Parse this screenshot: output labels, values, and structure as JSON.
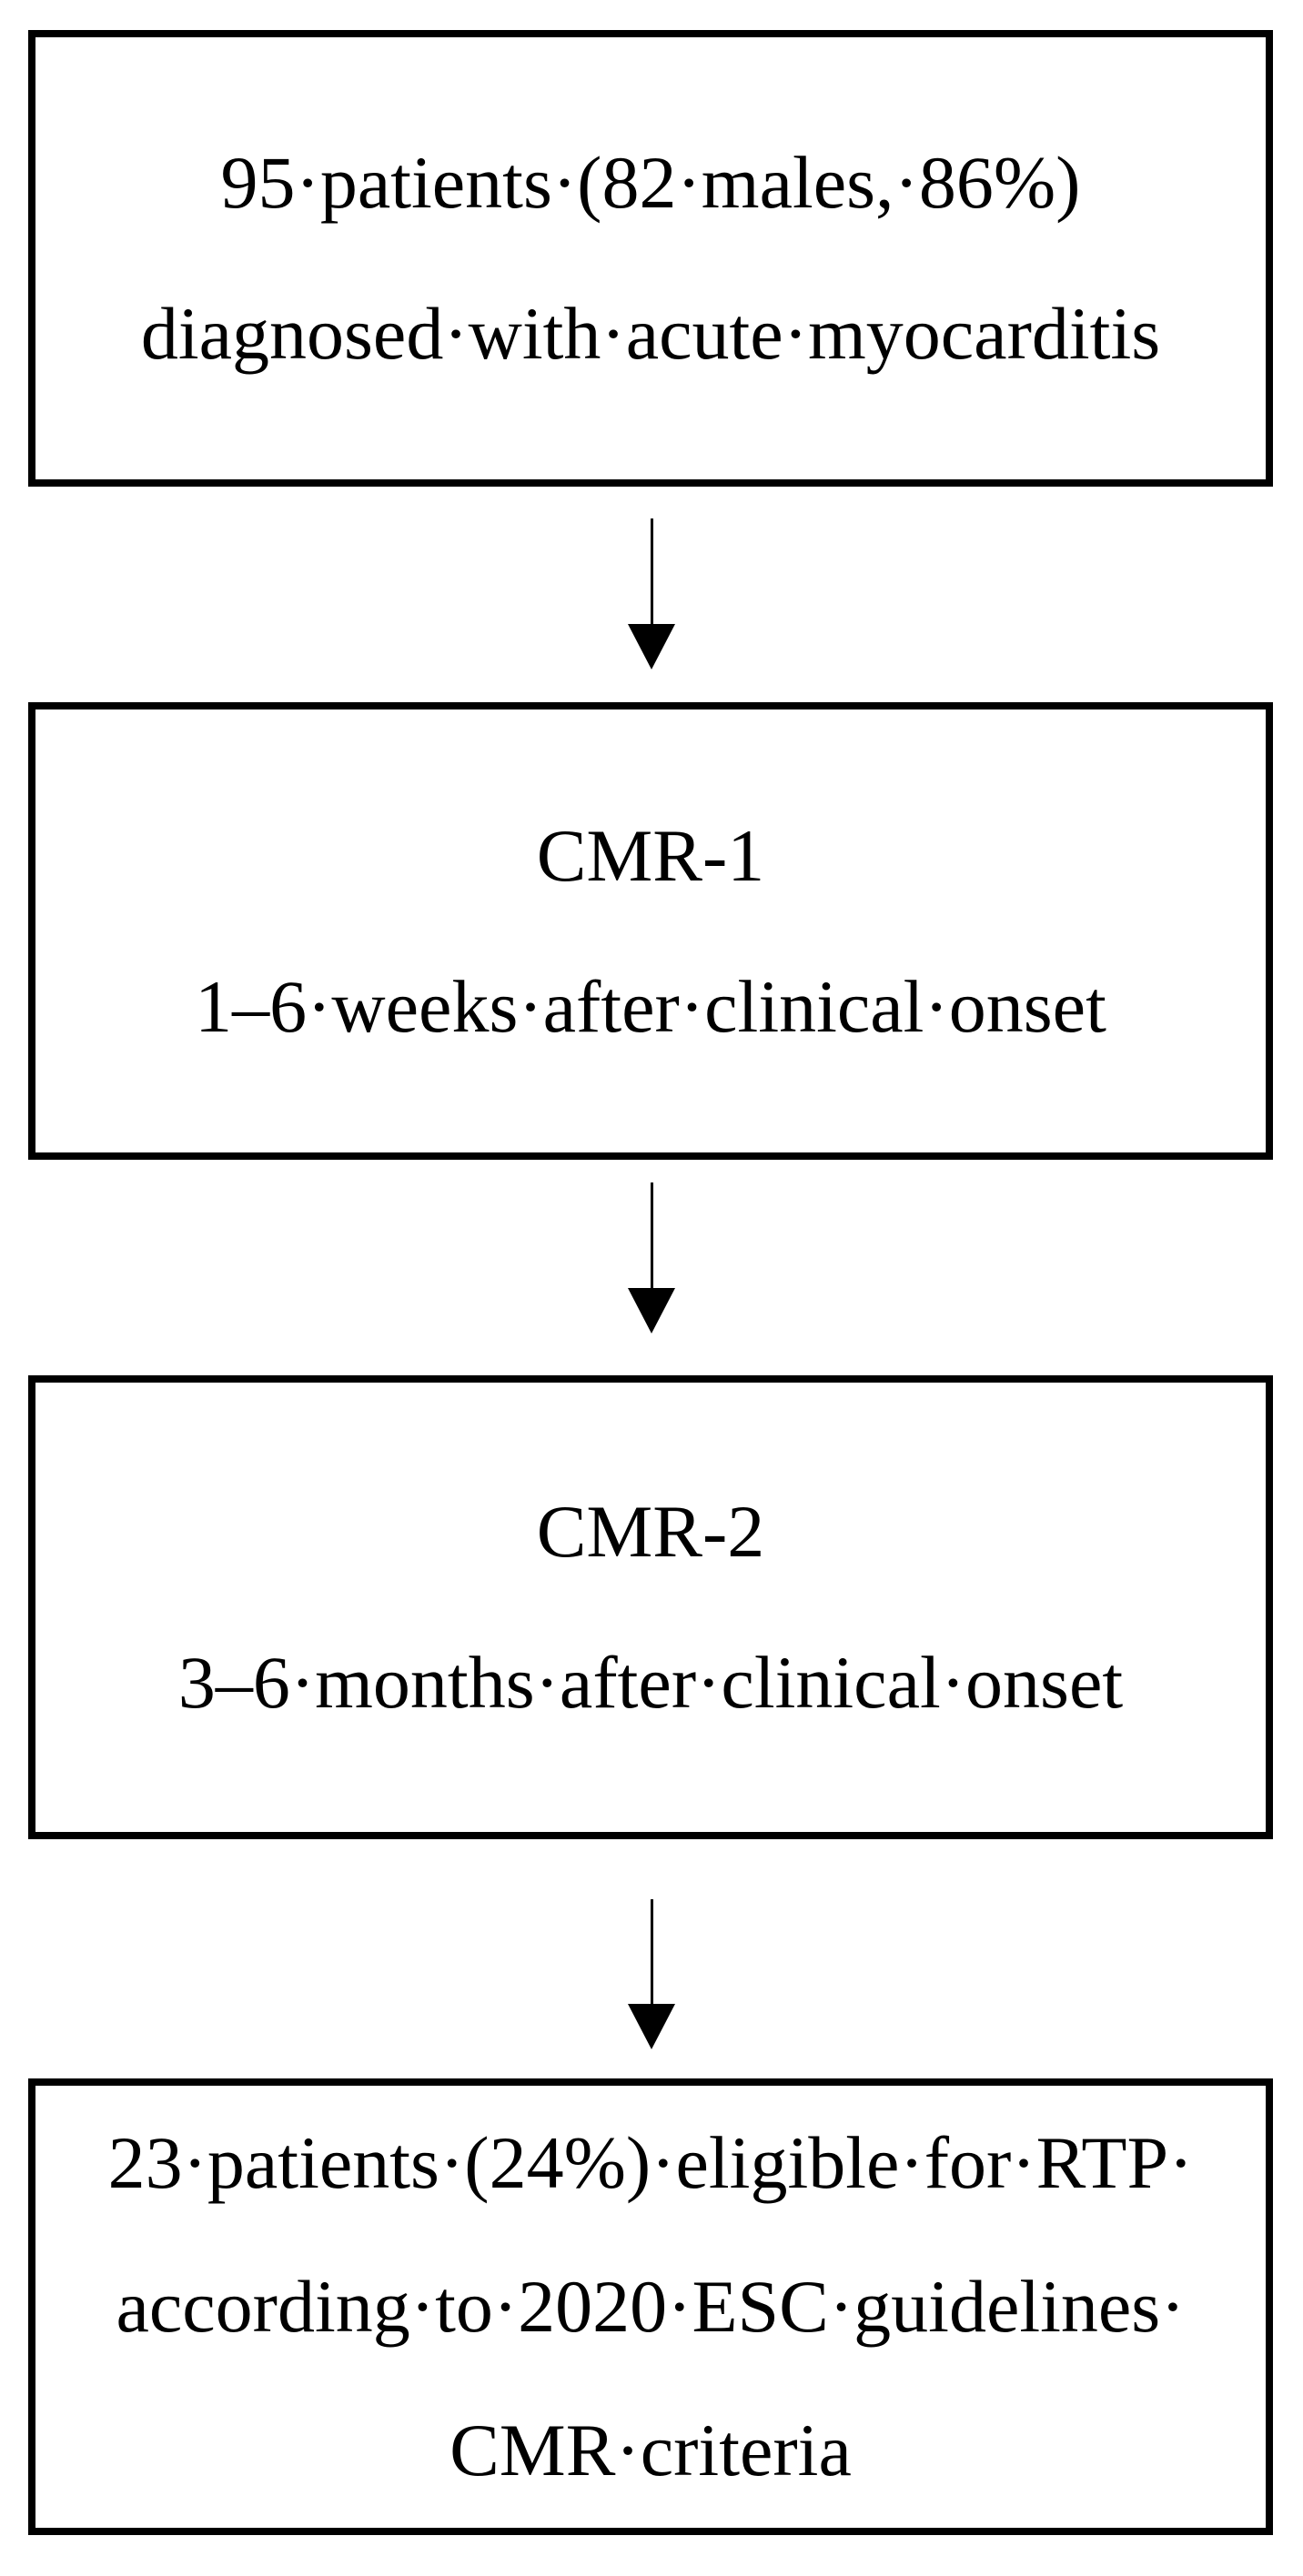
{
  "figure": {
    "type": "flowchart",
    "background_color": "#ffffff",
    "border_color": "#000000",
    "text_color": "#000000",
    "boxes": [
      {
        "id": "cohort",
        "lines": [
          "95·patients·(82·males,·86%)",
          "diagnosed·with·acute·myocarditis"
        ]
      },
      {
        "id": "cmr1",
        "lines": [
          "CMR-1",
          "1–6·weeks·after·clinical·onset"
        ]
      },
      {
        "id": "cmr2",
        "lines": [
          "CMR-2",
          "3–6·months·after·clinical·onset"
        ]
      },
      {
        "id": "rtp",
        "lines": [
          "23·patients·(24%)·eligible·for·RTP·",
          "according·to·2020·ESC·guidelines·",
          "CMR·criteria"
        ]
      }
    ],
    "arrows": [
      {
        "from": "cohort",
        "to": "cmr1",
        "direction": "down"
      },
      {
        "from": "cmr1",
        "to": "cmr2",
        "direction": "down"
      },
      {
        "from": "cmr2",
        "to": "rtp",
        "direction": "down"
      }
    ]
  }
}
